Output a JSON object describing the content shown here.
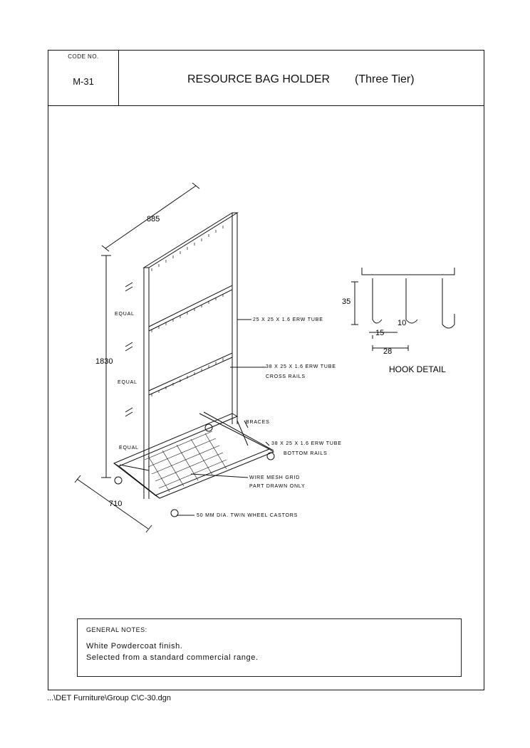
{
  "title_block": {
    "code_label": "CODE NO.",
    "code_value": "M-31",
    "title": "RESOURCE BAG HOLDER",
    "subtitle": "(Three Tier)"
  },
  "dimensions": {
    "width": "885",
    "height": "1830",
    "depth": "710",
    "hook_height": "35",
    "hook_gap": "10",
    "hook_spacing": "15",
    "hook_width": "28"
  },
  "labels": {
    "equal_1": "EQUAL",
    "equal_2": "EQUAL",
    "equal_3": "EQUAL",
    "frame_tube": "25 X 25 X 1.6 ERW TUBE",
    "cross_rails_1": "38 X 25 X 1.6 ERW TUBE",
    "cross_rails_2": "CROSS RAILS",
    "braces": "BRACES",
    "bottom_rails_1": "38 X 25 X 1.6 ERW TUBE",
    "bottom_rails_2": "BOTTOM RAILS",
    "mesh_1": "WIRE MESH GRID",
    "mesh_2": "PART DRAWN ONLY",
    "castors": "50 MM DIA. TWIN WHEEL CASTORS",
    "hook_detail": "HOOK DETAIL"
  },
  "notes": {
    "heading": "GENERAL NOTES:",
    "line1": "White Powdercoat finish.",
    "line2": "Selected from a standard commercial range."
  },
  "footer": "...\\DET Furniture\\Group C\\C-30.dgn"
}
